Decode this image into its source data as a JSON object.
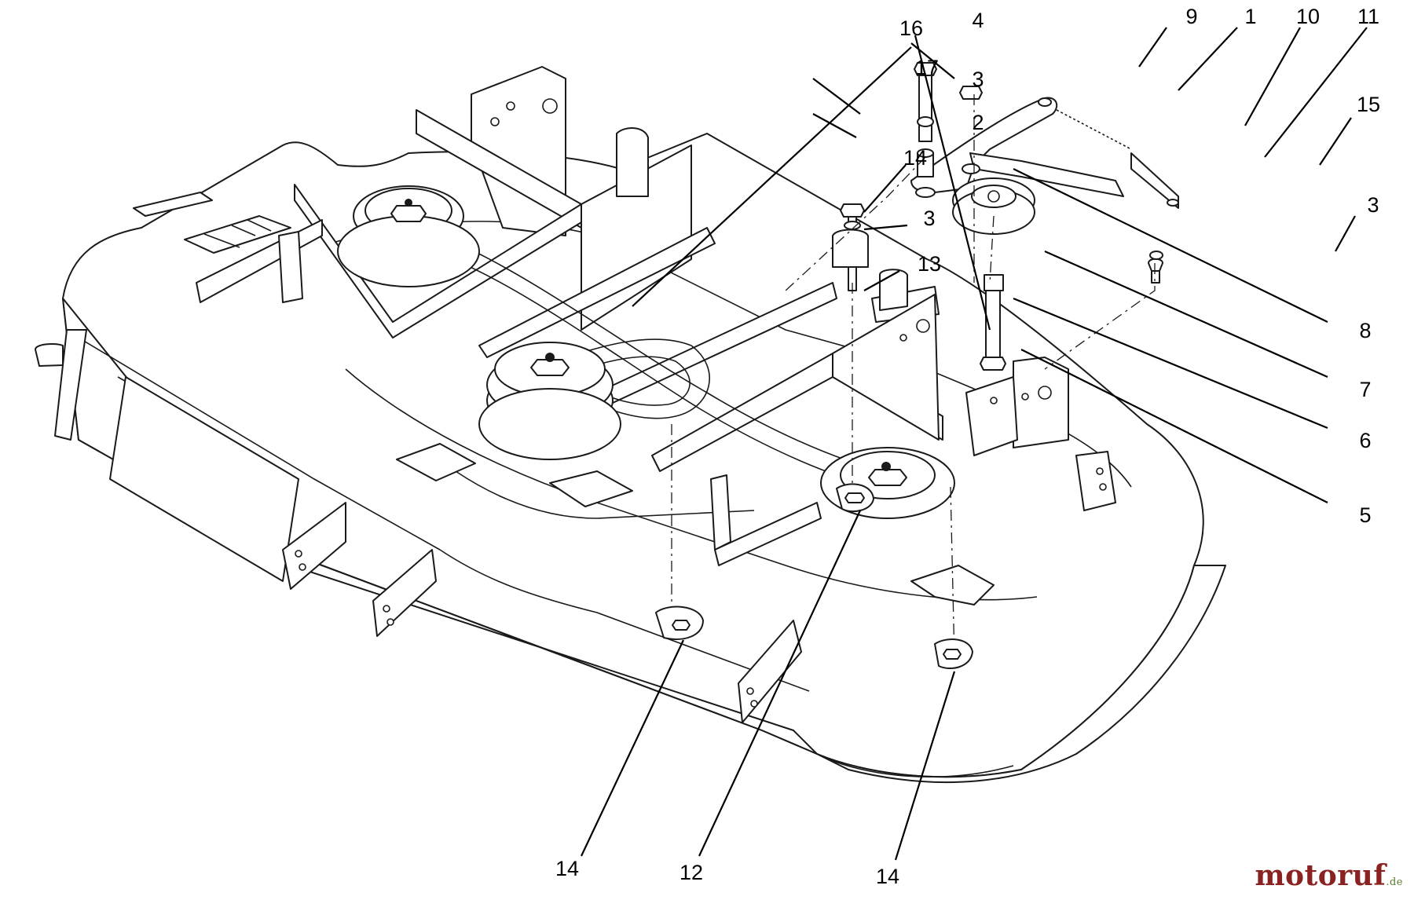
{
  "diagram": {
    "callouts": [
      {
        "id": "c-16-top",
        "label": "16"
      },
      {
        "id": "c-17",
        "label": "17"
      },
      {
        "id": "c-4",
        "label": "4"
      },
      {
        "id": "c-3a",
        "label": "3"
      },
      {
        "id": "c-2",
        "label": "2"
      },
      {
        "id": "c-14a",
        "label": "14"
      },
      {
        "id": "c-3b",
        "label": "3"
      },
      {
        "id": "c-13",
        "label": "13"
      },
      {
        "id": "c-9",
        "label": "9"
      },
      {
        "id": "c-1",
        "label": "1"
      },
      {
        "id": "c-10",
        "label": "10"
      },
      {
        "id": "c-11",
        "label": "11"
      },
      {
        "id": "c-15",
        "label": "15"
      },
      {
        "id": "c-3c",
        "label": "3"
      },
      {
        "id": "c-8",
        "label": "8"
      },
      {
        "id": "c-7",
        "label": "7"
      },
      {
        "id": "c-6",
        "label": "6"
      },
      {
        "id": "c-5",
        "label": "5"
      },
      {
        "id": "c-14b",
        "label": "14"
      },
      {
        "id": "c-12",
        "label": "12"
      },
      {
        "id": "c-14c",
        "label": "14"
      }
    ]
  },
  "watermark": {
    "brand": "motoruf",
    "tld": ".de"
  }
}
